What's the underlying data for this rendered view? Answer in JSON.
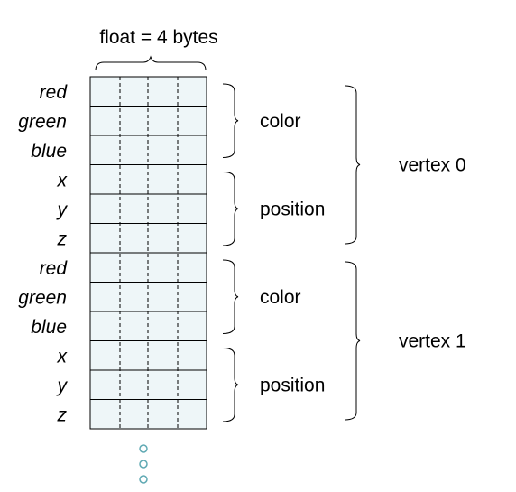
{
  "header": {
    "label": "float = 4 bytes"
  },
  "fields": [
    "red",
    "green",
    "blue",
    "x",
    "y",
    "z",
    "red",
    "green",
    "blue",
    "x",
    "y",
    "z"
  ],
  "groups": [
    "color",
    "position",
    "color",
    "position"
  ],
  "vertices": [
    "vertex 0",
    "vertex 1"
  ],
  "colors": {
    "cell_fill": "#eef6f8",
    "outline": "#000000",
    "dots": "#5fa9b3"
  }
}
